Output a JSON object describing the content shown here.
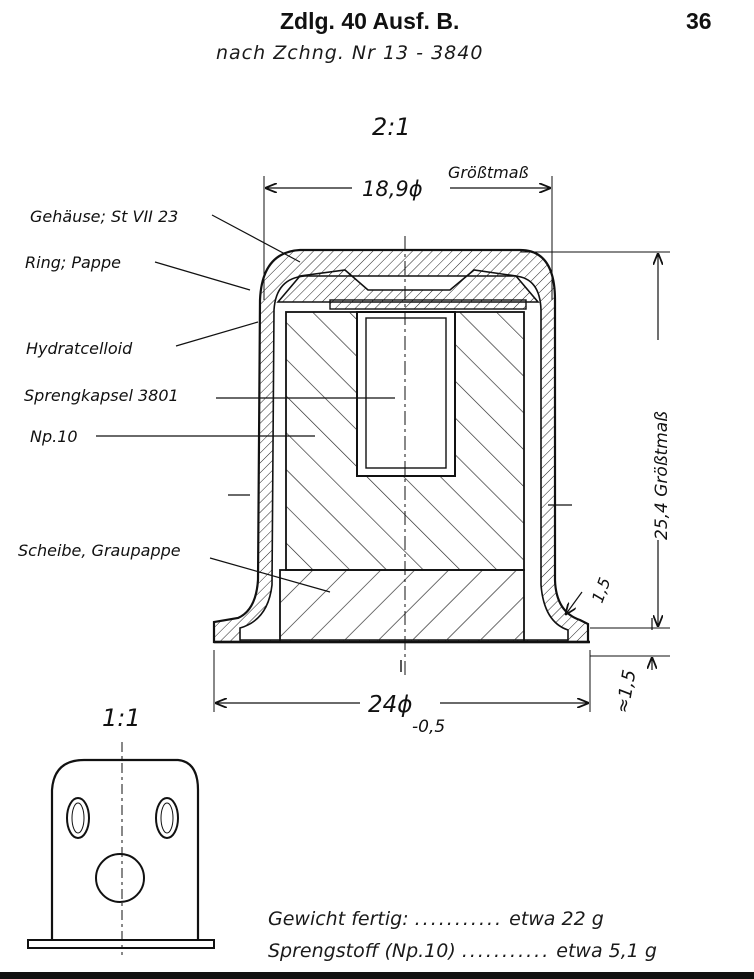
{
  "header": {
    "title": "Zdlg. 40 Ausf. B.",
    "page_number": "36",
    "subtitle": "nach Zchng. Nr 13 - 3840"
  },
  "drawing": {
    "scale_main": "2:1",
    "scale_small": "1:1",
    "dim_top": "18,9ϕ",
    "dim_top_note": "Größtmaß",
    "dim_right": "25,4 Größtmaß",
    "dim_radius": "1,5",
    "dim_flange": "≈1,5",
    "dim_bottom": "24ϕ",
    "dim_bottom_tol": "-0,5",
    "labels": [
      "Gehäuse; St VII 23",
      "Ring; Pappe",
      "Hydratcelloid",
      "Sprengkapsel 3801",
      "Np.10",
      "Scheibe, Graupappe"
    ]
  },
  "specs": [
    {
      "label": "Gewicht fertig:",
      "dots": "...........",
      "value": "etwa 22 g"
    },
    {
      "label": "Sprengstoff (Np.10)",
      "dots": "...........",
      "value": "etwa 5,1 g"
    }
  ]
}
